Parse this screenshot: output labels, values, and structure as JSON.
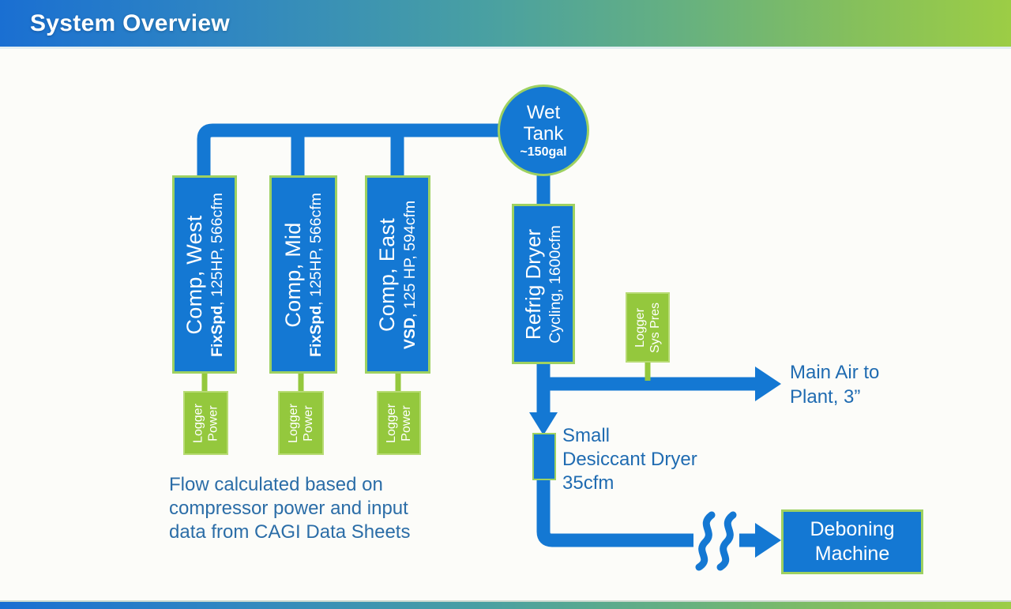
{
  "slide": {
    "title": "System Overview"
  },
  "colors": {
    "pipe_blue": "#1478d3",
    "logger_green": "#94c83d",
    "node_border_green": "#9ed161",
    "label_text_blue": "#2b6da7",
    "gradient_start": "#1a6fd2",
    "gradient_mid": "#49a0a2",
    "gradient_end": "#9ccd45"
  },
  "compressors": [
    {
      "name": "Comp, West",
      "spec_bold": "FixSpd",
      "spec_rest": ", 125HP, 566cfm",
      "logger_line1": "Logger",
      "logger_line2": "Power"
    },
    {
      "name": "Comp, Mid",
      "spec_bold": "FixSpd",
      "spec_rest": ", 125HP, 566cfm",
      "logger_line1": "Logger",
      "logger_line2": "Power"
    },
    {
      "name": "Comp, East",
      "spec_bold": "VSD",
      "spec_rest": ", 125 HP, 594cfm",
      "logger_line1": "Logger",
      "logger_line2": "Power"
    }
  ],
  "wet_tank": {
    "line1": "Wet",
    "line2": "Tank",
    "capacity": "~150gal"
  },
  "refrig_dryer": {
    "name": "Refrig Dryer",
    "spec": "Cycling, 1600cfm"
  },
  "sys_pres_logger": {
    "line1": "Logger",
    "line2": "Sys Pres"
  },
  "main_air": {
    "line1": "Main Air to",
    "line2": "Plant, 3”"
  },
  "desiccant": {
    "line1": "Small",
    "line2": "Desiccant Dryer",
    "line3": "35cfm"
  },
  "deboning": {
    "line1": "Deboning",
    "line2": "Machine"
  },
  "caption": {
    "line1": "Flow calculated based on",
    "line2": "compressor power and input",
    "line3": "data from CAGI Data Sheets"
  }
}
